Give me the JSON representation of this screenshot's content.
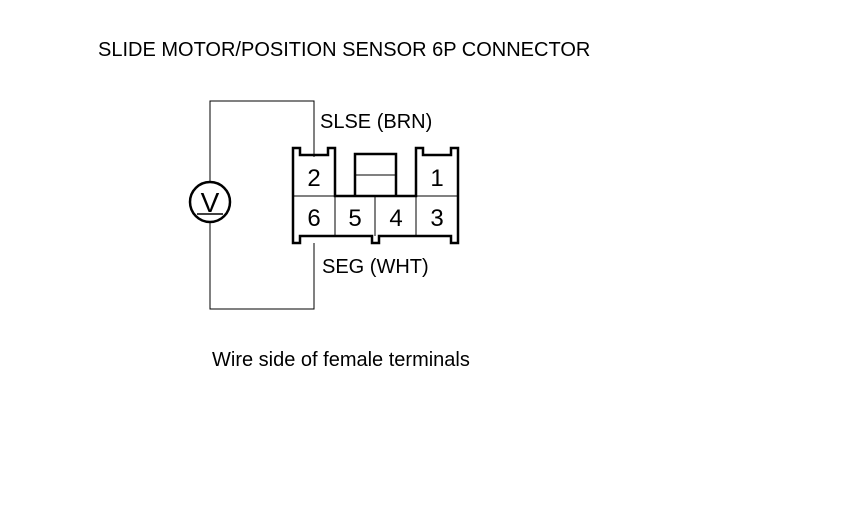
{
  "title": "SLIDE MOTOR/POSITION SENSOR 6P CONNECTOR",
  "connector": {
    "top_pins": [
      "2",
      "1"
    ],
    "bottom_pins": [
      "6",
      "5",
      "4",
      "3"
    ]
  },
  "wire_labels": {
    "upper": "SLSE (BRN)",
    "lower": "SEG (WHT)"
  },
  "meter_symbol": "V",
  "caption": "Wire side of female terminals"
}
